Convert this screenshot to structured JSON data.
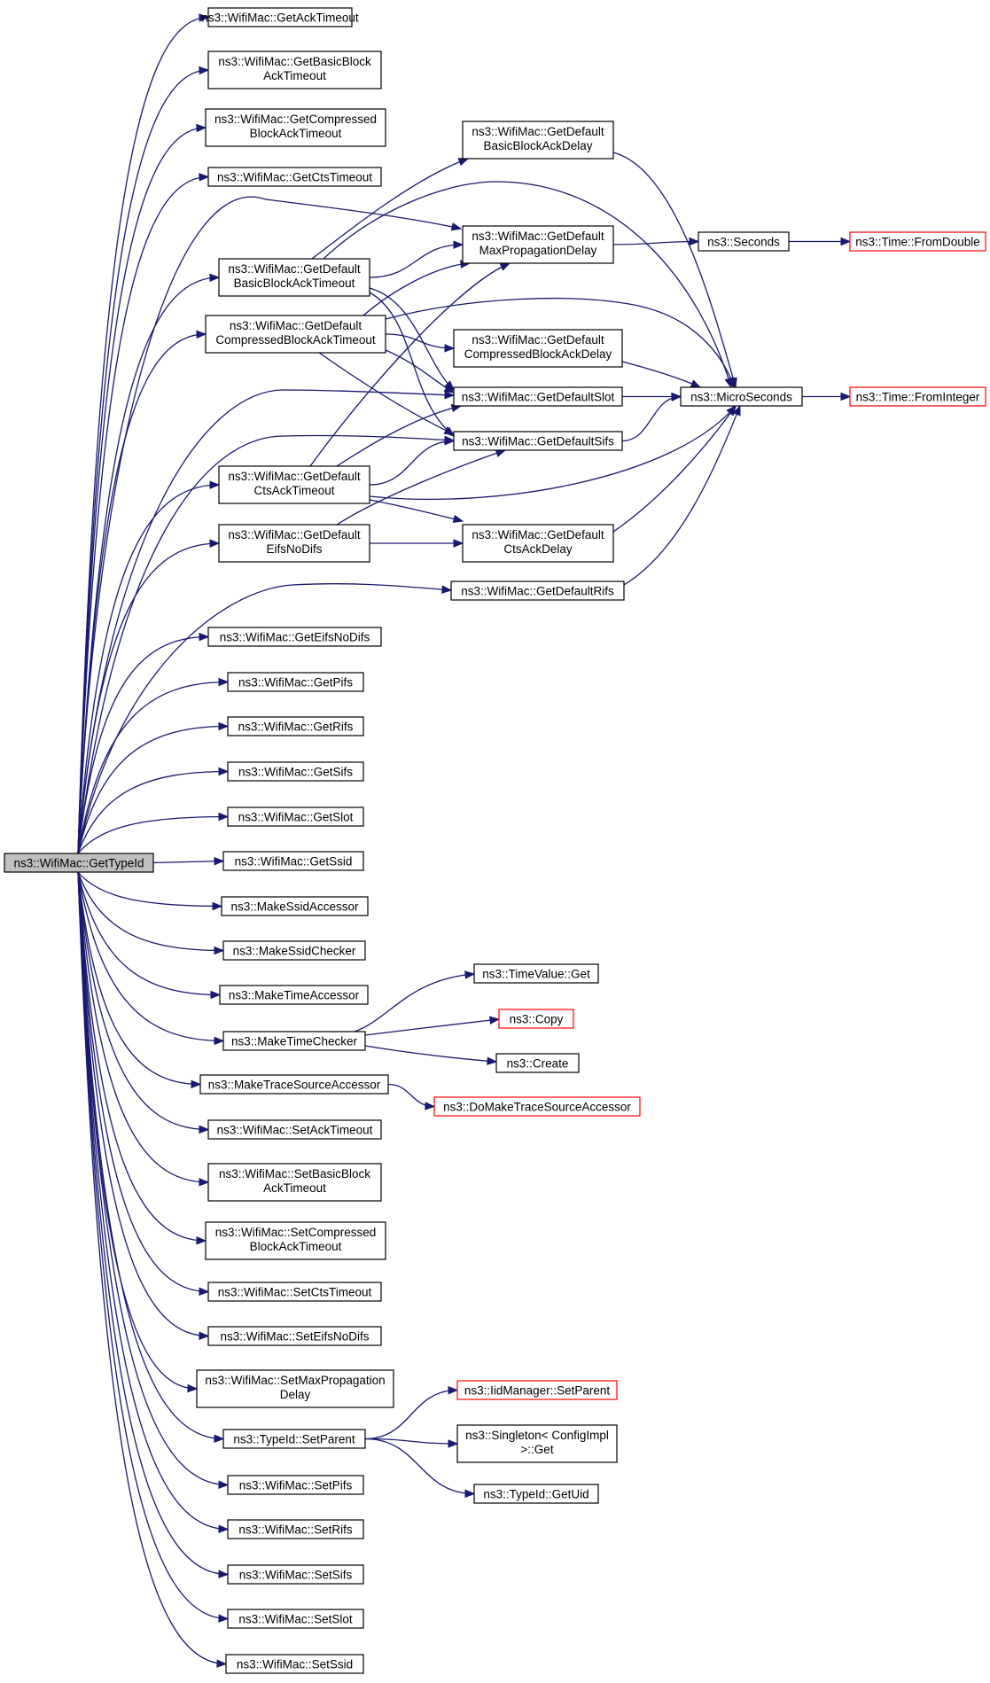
{
  "colors": {
    "edge": "#191970",
    "root_fill": "#bfbfbf",
    "truncated_border": "#ff0000",
    "node_border": "#000000"
  },
  "nodes": {
    "root": [
      "ns3::WifiMac::GetTypeId"
    ],
    "getAckTimeout": [
      "ns3::WifiMac::GetAckTimeout"
    ],
    "getBasicBlockAckTimeout": [
      "ns3::WifiMac::GetBasicBlock",
      "AckTimeout"
    ],
    "getCompressedBlockAckTimeout": [
      "ns3::WifiMac::GetCompressed",
      "BlockAckTimeout"
    ],
    "getCtsTimeout": [
      "ns3::WifiMac::GetCtsTimeout"
    ],
    "getDefaultBasicBlockAckTimeout": [
      "ns3::WifiMac::GetDefault",
      "BasicBlockAckTimeout"
    ],
    "getDefaultCompressedBlockAckTimeout": [
      "ns3::WifiMac::GetDefault",
      "CompressedBlockAckTimeout"
    ],
    "getDefaultCtsAckTimeout": [
      "ns3::WifiMac::GetDefault",
      "CtsAckTimeout"
    ],
    "getDefaultEifsNoDifs": [
      "ns3::WifiMac::GetDefault",
      "EifsNoDifs"
    ],
    "getDefaultRifs": [
      "ns3::WifiMac::GetDefaultRifs"
    ],
    "getDefaultBasicBlockAckDelay": [
      "ns3::WifiMac::GetDefault",
      "BasicBlockAckDelay"
    ],
    "getDefaultMaxPropagationDelay": [
      "ns3::WifiMac::GetDefault",
      "MaxPropagationDelay"
    ],
    "getDefaultCompressedBlockAckDelay": [
      "ns3::WifiMac::GetDefault",
      "CompressedBlockAckDelay"
    ],
    "getDefaultSlot": [
      "ns3::WifiMac::GetDefaultSlot"
    ],
    "getDefaultSifs": [
      "ns3::WifiMac::GetDefaultSifs"
    ],
    "getDefaultCtsAckDelay": [
      "ns3::WifiMac::GetDefault",
      "CtsAckDelay"
    ],
    "seconds": [
      "ns3::Seconds"
    ],
    "microSeconds": [
      "ns3::MicroSeconds"
    ],
    "fromDouble": [
      "ns3::Time::FromDouble"
    ],
    "fromInteger": [
      "ns3::Time::FromInteger"
    ],
    "getEifsNoDifs": [
      "ns3::WifiMac::GetEifsNoDifs"
    ],
    "getPifs": [
      "ns3::WifiMac::GetPifs"
    ],
    "getRifs": [
      "ns3::WifiMac::GetRifs"
    ],
    "getSifs": [
      "ns3::WifiMac::GetSifs"
    ],
    "getSlot": [
      "ns3::WifiMac::GetSlot"
    ],
    "getSsid": [
      "ns3::WifiMac::GetSsid"
    ],
    "makeSsidAccessor": [
      "ns3::MakeSsidAccessor"
    ],
    "makeSsidChecker": [
      "ns3::MakeSsidChecker"
    ],
    "makeTimeAccessor": [
      "ns3::MakeTimeAccessor"
    ],
    "makeTimeChecker": [
      "ns3::MakeTimeChecker"
    ],
    "timeValueGet": [
      "ns3::TimeValue::Get"
    ],
    "copy": [
      "ns3::Copy"
    ],
    "create": [
      "ns3::Create"
    ],
    "makeTraceSourceAccessor": [
      "ns3::MakeTraceSourceAccessor"
    ],
    "doMakeTraceSourceAccessor": [
      "ns3::DoMakeTraceSourceAccessor"
    ],
    "setAckTimeout": [
      "ns3::WifiMac::SetAckTimeout"
    ],
    "setBasicBlockAckTimeout": [
      "ns3::WifiMac::SetBasicBlock",
      "AckTimeout"
    ],
    "setCompressedBlockAckTimeout": [
      "ns3::WifiMac::SetCompressed",
      "BlockAckTimeout"
    ],
    "setCtsTimeout": [
      "ns3::WifiMac::SetCtsTimeout"
    ],
    "setEifsNoDifs": [
      "ns3::WifiMac::SetEifsNoDifs"
    ],
    "setMaxPropagationDelay": [
      "ns3::WifiMac::SetMaxPropagation",
      "Delay"
    ],
    "typeIdSetParent": [
      "ns3::TypeId::SetParent"
    ],
    "iidManagerSetParent": [
      "ns3::IidManager::SetParent"
    ],
    "singletonGet": [
      "ns3::Singleton< ConfigImpl",
      " >::Get"
    ],
    "typeIdGetUid": [
      "ns3::TypeId::GetUid"
    ],
    "setPifs": [
      "ns3::WifiMac::SetPifs"
    ],
    "setRifs": [
      "ns3::WifiMac::SetRifs"
    ],
    "setSifs": [
      "ns3::WifiMac::SetSifs"
    ],
    "setSlot": [
      "ns3::WifiMac::SetSlot"
    ],
    "setSsid": [
      "ns3::WifiMac::SetSsid"
    ]
  },
  "root_node": "root",
  "truncated_nodes": [
    "fromDouble",
    "fromInteger",
    "copy",
    "doMakeTraceSourceAccessor",
    "iidManagerSetParent"
  ],
  "edges": [
    [
      "root",
      "getAckTimeout"
    ],
    [
      "root",
      "getBasicBlockAckTimeout"
    ],
    [
      "root",
      "getCompressedBlockAckTimeout"
    ],
    [
      "root",
      "getCtsTimeout"
    ],
    [
      "root",
      "getDefaultMaxPropagationDelay"
    ],
    [
      "root",
      "getDefaultBasicBlockAckTimeout"
    ],
    [
      "root",
      "getDefaultCompressedBlockAckTimeout"
    ],
    [
      "root",
      "getDefaultSlot"
    ],
    [
      "root",
      "getDefaultSifs"
    ],
    [
      "root",
      "getDefaultCtsAckTimeout"
    ],
    [
      "root",
      "getDefaultEifsNoDifs"
    ],
    [
      "root",
      "getDefaultRifs"
    ],
    [
      "root",
      "getEifsNoDifs"
    ],
    [
      "root",
      "getPifs"
    ],
    [
      "root",
      "getRifs"
    ],
    [
      "root",
      "getSifs"
    ],
    [
      "root",
      "getSlot"
    ],
    [
      "root",
      "getSsid"
    ],
    [
      "root",
      "makeSsidAccessor"
    ],
    [
      "root",
      "makeSsidChecker"
    ],
    [
      "root",
      "makeTimeAccessor"
    ],
    [
      "root",
      "makeTimeChecker"
    ],
    [
      "root",
      "makeTraceSourceAccessor"
    ],
    [
      "root",
      "setAckTimeout"
    ],
    [
      "root",
      "setBasicBlockAckTimeout"
    ],
    [
      "root",
      "setCompressedBlockAckTimeout"
    ],
    [
      "root",
      "setCtsTimeout"
    ],
    [
      "root",
      "setEifsNoDifs"
    ],
    [
      "root",
      "setMaxPropagationDelay"
    ],
    [
      "root",
      "typeIdSetParent"
    ],
    [
      "root",
      "setPifs"
    ],
    [
      "root",
      "setRifs"
    ],
    [
      "root",
      "setSifs"
    ],
    [
      "root",
      "setSlot"
    ],
    [
      "root",
      "setSsid"
    ],
    [
      "getDefaultBasicBlockAckTimeout",
      "getDefaultBasicBlockAckDelay"
    ],
    [
      "getDefaultBasicBlockAckTimeout",
      "getDefaultMaxPropagationDelay"
    ],
    [
      "getDefaultBasicBlockAckTimeout",
      "microSeconds"
    ],
    [
      "getDefaultBasicBlockAckTimeout",
      "getDefaultSlot"
    ],
    [
      "getDefaultBasicBlockAckTimeout",
      "getDefaultSifs"
    ],
    [
      "getDefaultCompressedBlockAckTimeout",
      "getDefaultMaxPropagationDelay"
    ],
    [
      "getDefaultCompressedBlockAckTimeout",
      "microSeconds"
    ],
    [
      "getDefaultCompressedBlockAckTimeout",
      "getDefaultCompressedBlockAckDelay"
    ],
    [
      "getDefaultCompressedBlockAckTimeout",
      "getDefaultSlot"
    ],
    [
      "getDefaultCompressedBlockAckTimeout",
      "getDefaultSifs"
    ],
    [
      "getDefaultCtsAckTimeout",
      "getDefaultMaxPropagationDelay"
    ],
    [
      "getDefaultCtsAckTimeout",
      "getDefaultSlot"
    ],
    [
      "getDefaultCtsAckTimeout",
      "getDefaultSifs"
    ],
    [
      "getDefaultCtsAckTimeout",
      "microSeconds"
    ],
    [
      "getDefaultCtsAckTimeout",
      "getDefaultCtsAckDelay"
    ],
    [
      "getDefaultEifsNoDifs",
      "getDefaultSifs"
    ],
    [
      "getDefaultEifsNoDifs",
      "getDefaultCtsAckDelay"
    ],
    [
      "getDefaultBasicBlockAckDelay",
      "microSeconds"
    ],
    [
      "getDefaultMaxPropagationDelay",
      "seconds"
    ],
    [
      "getDefaultCompressedBlockAckDelay",
      "microSeconds"
    ],
    [
      "getDefaultSlot",
      "microSeconds"
    ],
    [
      "getDefaultSifs",
      "microSeconds"
    ],
    [
      "getDefaultCtsAckDelay",
      "microSeconds"
    ],
    [
      "getDefaultRifs",
      "microSeconds"
    ],
    [
      "seconds",
      "fromDouble"
    ],
    [
      "microSeconds",
      "fromInteger"
    ],
    [
      "makeTimeChecker",
      "timeValueGet"
    ],
    [
      "makeTimeChecker",
      "copy"
    ],
    [
      "makeTimeChecker",
      "create"
    ],
    [
      "makeTraceSourceAccessor",
      "doMakeTraceSourceAccessor"
    ],
    [
      "typeIdSetParent",
      "iidManagerSetParent"
    ],
    [
      "typeIdSetParent",
      "singletonGet"
    ],
    [
      "typeIdSetParent",
      "typeIdGetUid"
    ]
  ]
}
